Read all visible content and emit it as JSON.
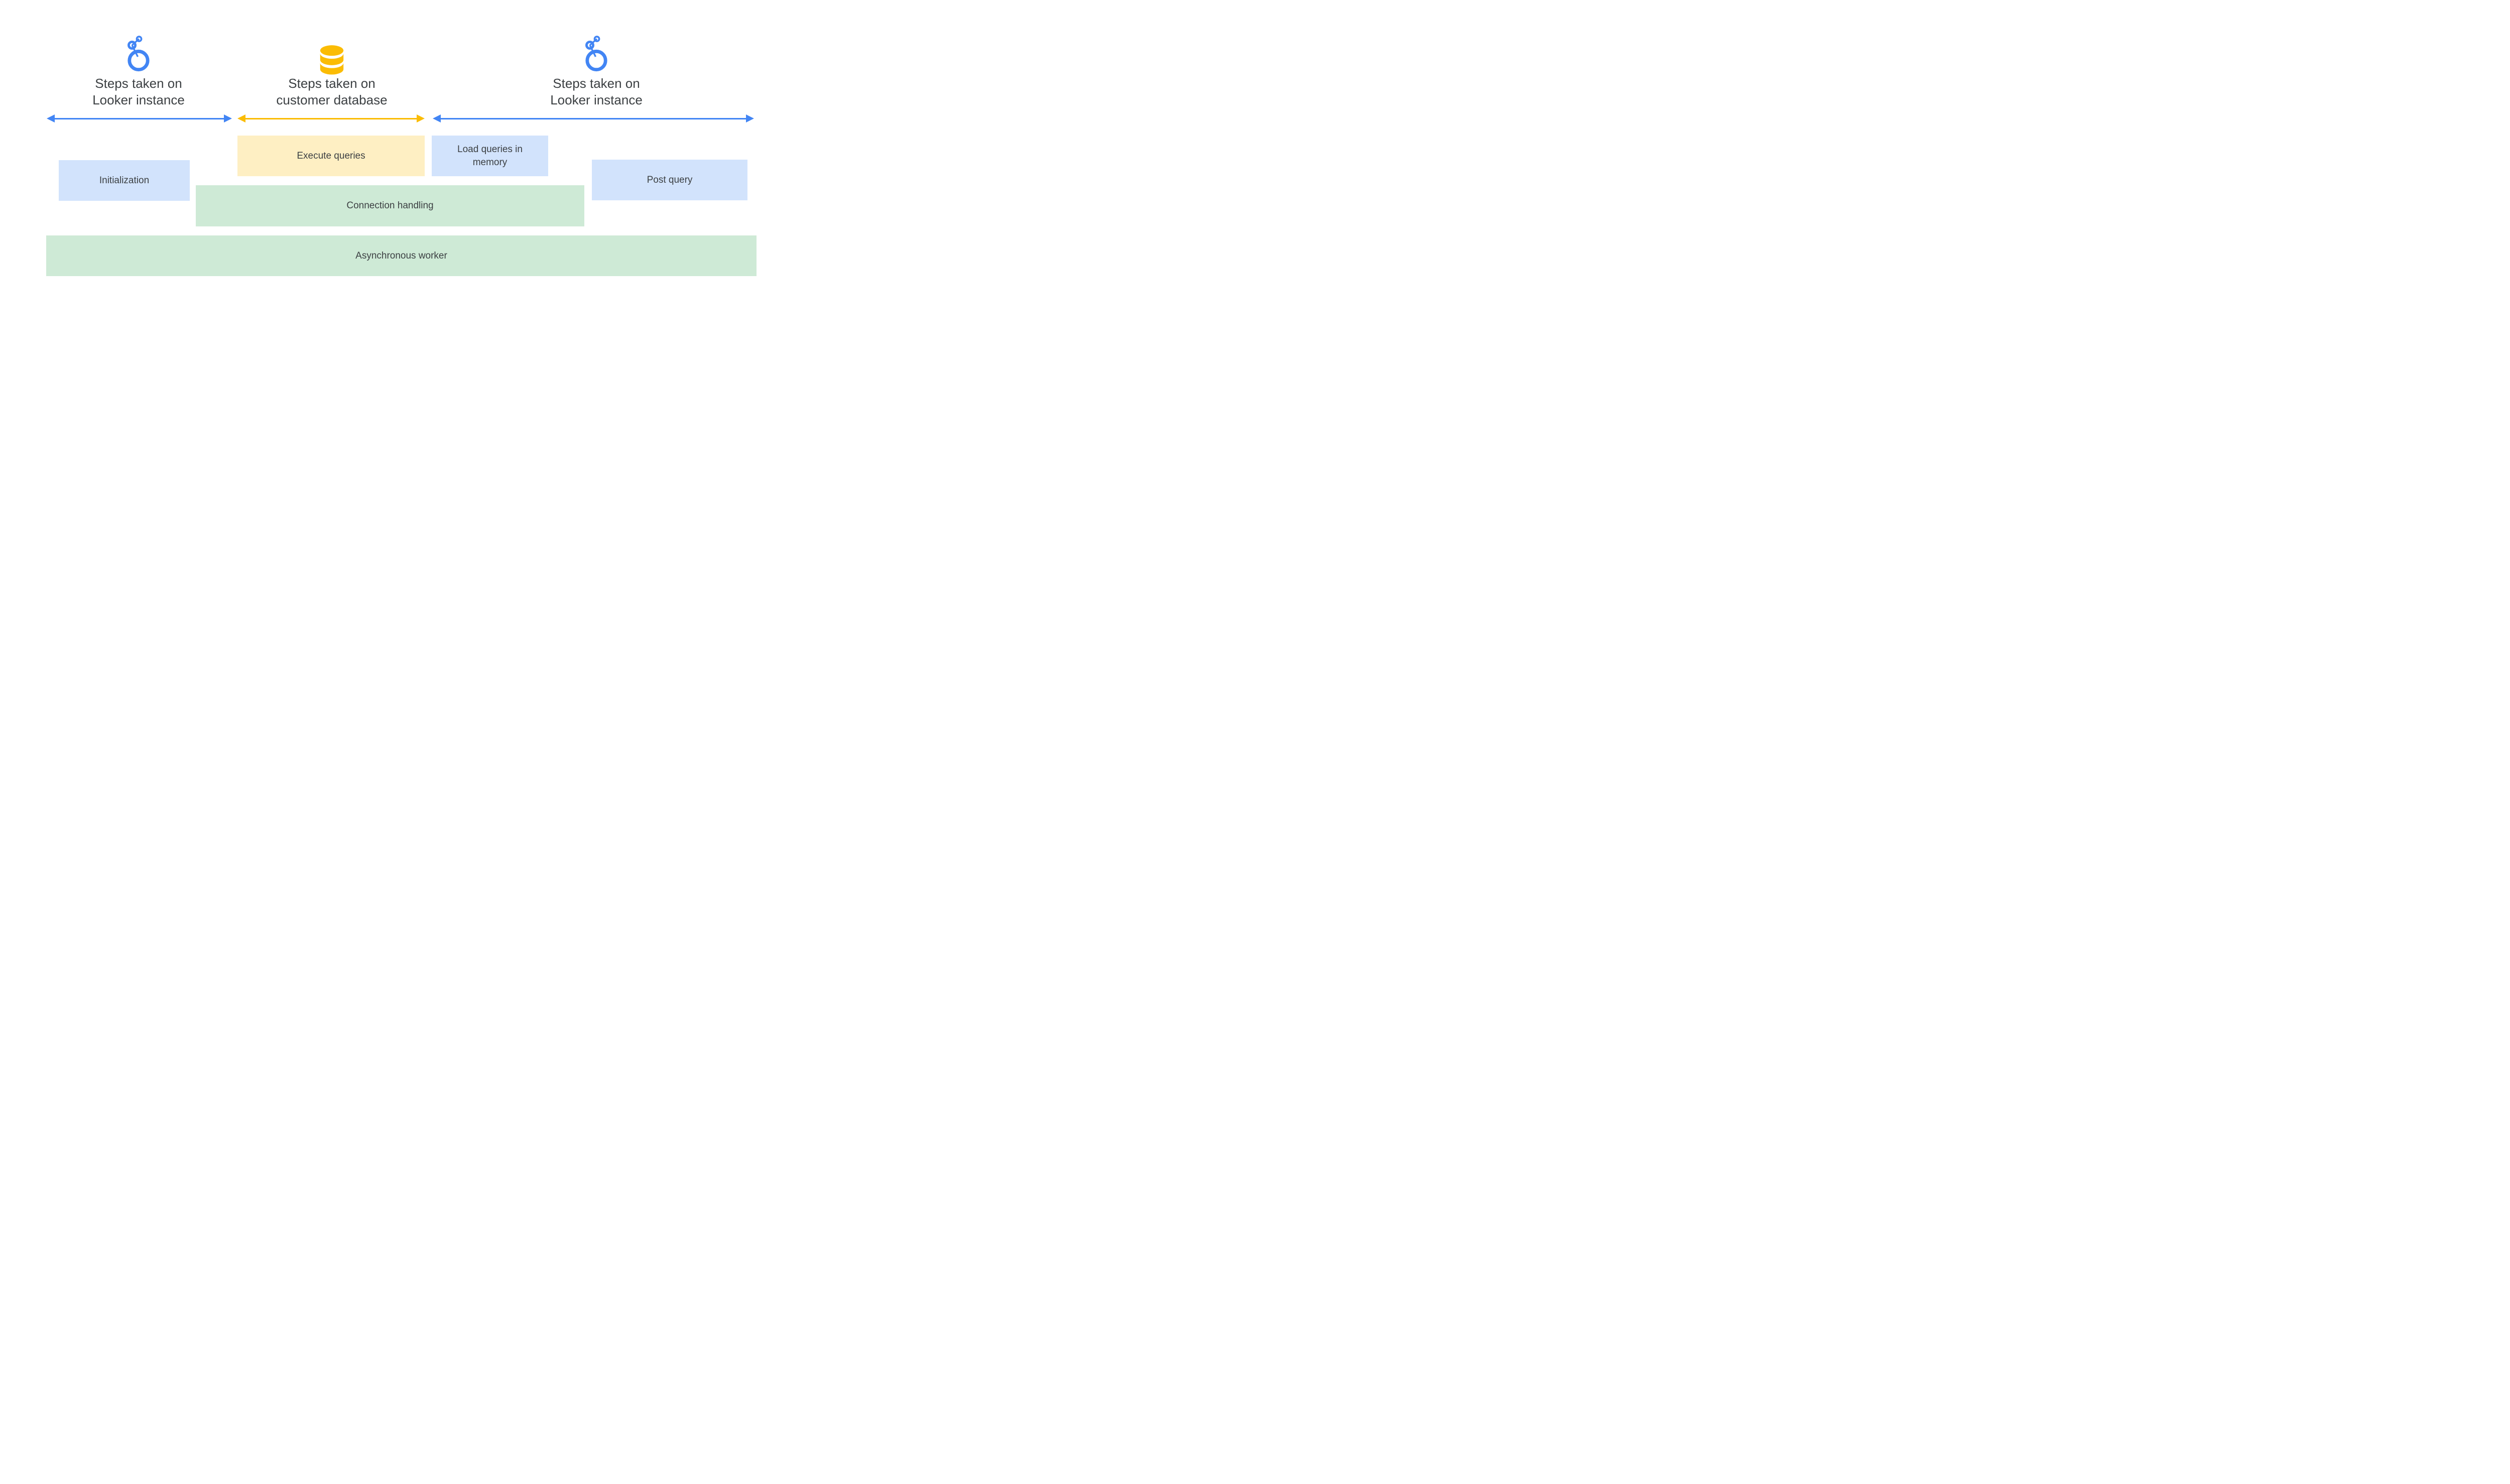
{
  "palette": {
    "blue": "#4285F4",
    "yellow": "#FBBC04",
    "light_blue": "#D2E3FC",
    "light_yellow": "#FEEFC3",
    "light_green": "#CEEAD6",
    "text": "#3C4043",
    "background": "#FFFFFF"
  },
  "sections": [
    {
      "icon": "looker-logo-icon",
      "line1": "Steps taken on",
      "line2": "Looker instance"
    },
    {
      "icon": "database-icon",
      "line1": "Steps taken on",
      "line2": "customer database"
    },
    {
      "icon": "looker-logo-icon",
      "line1": "Steps taken on",
      "line2": "Looker instance"
    }
  ],
  "boxes": {
    "initialization": "Initialization",
    "execute_queries": "Execute queries",
    "load_queries_in_memory": "Load queries in memory",
    "post_query": "Post query",
    "connection_handling": "Connection handling",
    "asynchronous_worker": "Asynchronous worker"
  }
}
